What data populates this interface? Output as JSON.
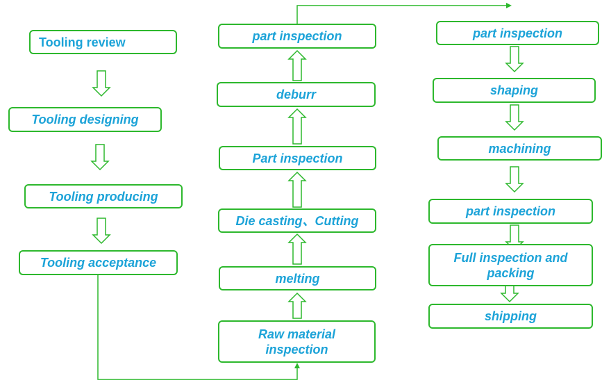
{
  "colors": {
    "box_border": "#2db82d",
    "text": "#1ca3d8",
    "arrow": "#2db82d"
  },
  "tooling": [
    {
      "label": "Tooling review"
    },
    {
      "label": "Tooling designing"
    },
    {
      "label": "Tooling producing"
    },
    {
      "label": "Tooling acceptance"
    }
  ],
  "production": [
    {
      "label": "Raw material inspection"
    },
    {
      "label": "melting"
    },
    {
      "label": "Die casting、Cutting"
    },
    {
      "label": "Part inspection"
    },
    {
      "label": "deburr"
    },
    {
      "label": "part inspection"
    }
  ],
  "finishing": [
    {
      "label": "part inspection"
    },
    {
      "label": "shaping"
    },
    {
      "label": "machining"
    },
    {
      "label": "part inspection"
    },
    {
      "label": "Full inspection and packing"
    },
    {
      "label": "shipping"
    }
  ]
}
